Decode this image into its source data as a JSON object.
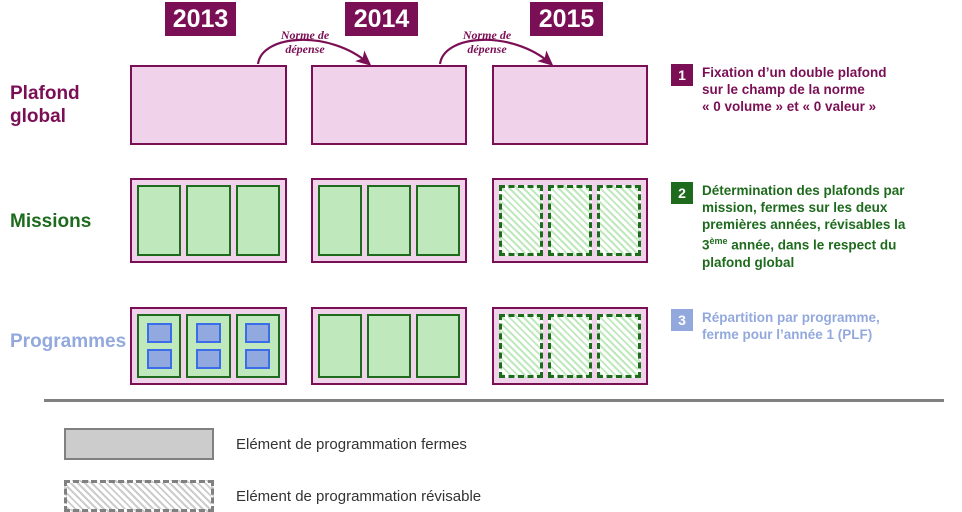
{
  "years": [
    {
      "label": "2013"
    },
    {
      "label": "2014"
    },
    {
      "label": "2015"
    }
  ],
  "norme_labels": [
    {
      "line1": "Norme de",
      "line2": "dépense"
    },
    {
      "line1": "Norme de",
      "line2": "dépense"
    }
  ],
  "rows": [
    {
      "label": "Plafond\nglobal",
      "label_line1": "Plafond",
      "label_line2": "global",
      "color": "#7B0F55"
    },
    {
      "label": "Missions",
      "color": "#1E6B1E"
    },
    {
      "label": "Programmes",
      "color": "#93A9DE"
    }
  ],
  "row_labels": {
    "plafond_line1": "Plafond",
    "plafond_line2": "global",
    "missions": "Missions",
    "programmes": "Programmes"
  },
  "notes": [
    {
      "number": "1",
      "line1": "Fixation d’un double plafond",
      "line2": "sur le champ de la norme",
      "line3": "« 0 volume » et « 0 valeur »",
      "badge_color": "#7B0F55",
      "text_color": "#7B0F55"
    },
    {
      "number": "2",
      "line1": "Détermination des plafonds par",
      "line2": "mission, fermes sur les deux",
      "line3": "premières années, révisables la",
      "line4_prefix": "3",
      "line4_sup": "ème",
      "line4_suffix": " année, dans le respect du",
      "line5": "plafond global",
      "badge_color": "#1E6B1E",
      "text_color": "#1E6B1E"
    },
    {
      "number": "3",
      "line1": "Répartition par programme,",
      "line2": "ferme pour l’année 1 (PLF)",
      "badge_color": "#93A9DE",
      "text_color": "#93A9DE"
    }
  ],
  "legend": [
    {
      "label": "Elément de programmation fermes",
      "style": "firm"
    },
    {
      "label": "Elément de programmation révisable",
      "style": "revisable"
    }
  ],
  "colors": {
    "plum": "#7B0F55",
    "pink_fill": "#F0D2EB",
    "green_dark": "#1E6B1E",
    "green_fill": "#BFE8BC",
    "blue_fill": "#92A9E0",
    "blue_border": "#3A6EE8",
    "periwinkle": "#93A9DE",
    "gray_fill": "#CCCCCC",
    "gray_border": "#808080",
    "background": "#FFFFFF"
  }
}
